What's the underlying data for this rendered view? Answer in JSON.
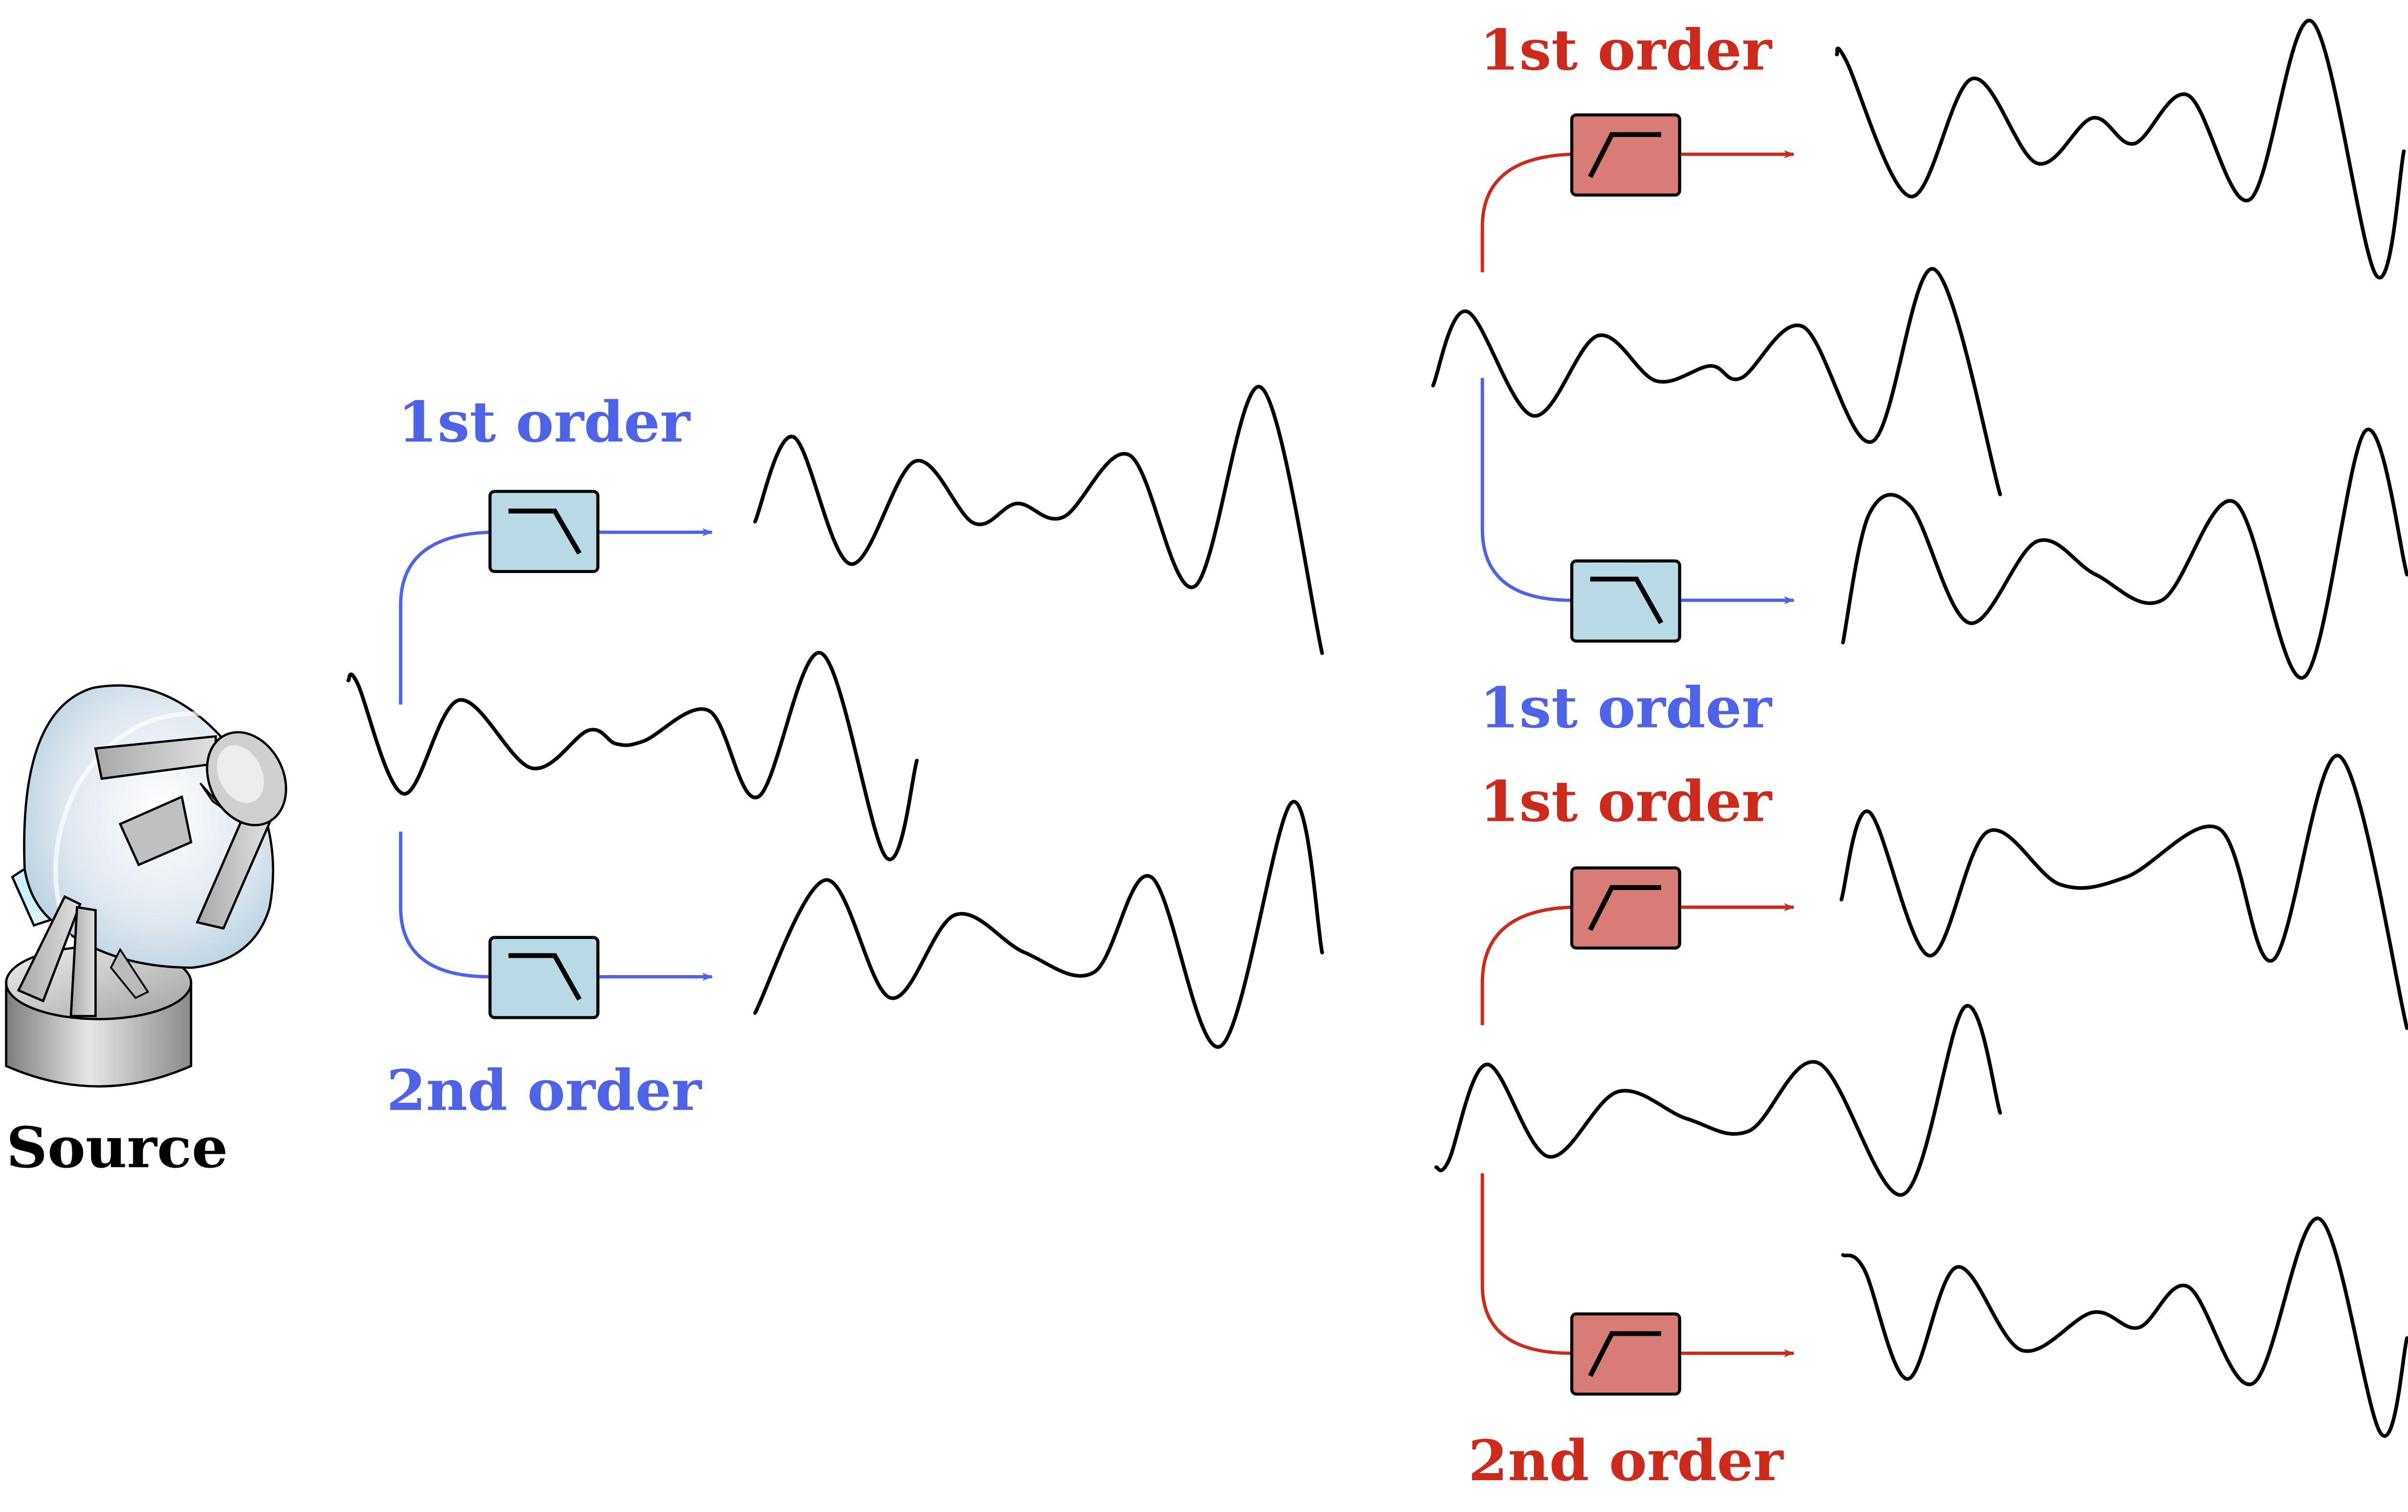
{
  "colors": {
    "lowpass_line": "#4f63e8",
    "lowpass_box": "#b9d9e6",
    "highpass_line": "#cc2a1a",
    "highpass_box": "#d97c78",
    "wave": "#000000",
    "source_label": "#000000"
  },
  "source": {
    "label": "Source",
    "icon": "satellite-dish-icon"
  },
  "labels": {
    "left_top": "1st order",
    "left_bottom": "2nd order",
    "right_1": "1st order",
    "right_2": "1st order",
    "right_3": "1st order",
    "right_4": "2nd order"
  },
  "filters": [
    {
      "id": "lp-left-1st",
      "type": "lowpass",
      "icon": "lowpass-response-icon"
    },
    {
      "id": "lp-left-2nd",
      "type": "lowpass",
      "icon": "lowpass-response-icon"
    },
    {
      "id": "hp-right-1st-a",
      "type": "highpass",
      "icon": "highpass-response-icon"
    },
    {
      "id": "lp-right-1st",
      "type": "lowpass",
      "icon": "lowpass-response-icon"
    },
    {
      "id": "hp-right-1st-b",
      "type": "highpass",
      "icon": "highpass-response-icon"
    },
    {
      "id": "hp-right-2nd",
      "type": "highpass",
      "icon": "highpass-response-icon"
    }
  ]
}
